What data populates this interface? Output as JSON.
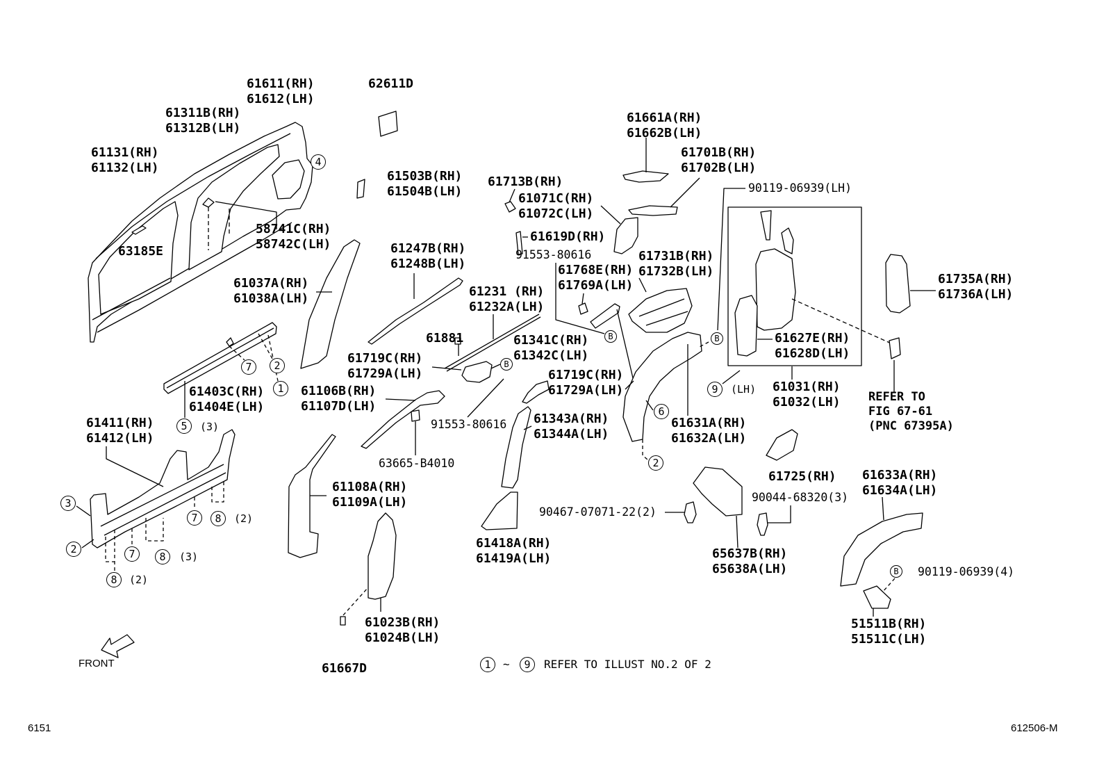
{
  "footer": {
    "page_code": "6151",
    "illust_code": "612506-M"
  },
  "front_label": "FRONT",
  "note": {
    "from": "1",
    "tilde": "~",
    "to": "9",
    "text": "REFER TO ILLUST NO.2 OF 2"
  },
  "callouts": [
    {
      "lines": [
        "61611(RH)",
        "61612(LH)"
      ]
    },
    {
      "lines": [
        "62611D"
      ]
    },
    {
      "lines": [
        "61311B(RH)",
        "61312B(LH)"
      ]
    },
    {
      "lines": [
        "61131(RH)",
        "61132(LH)"
      ]
    },
    {
      "lines": [
        "61503B(RH)",
        "61504B(LH)"
      ]
    },
    {
      "lines": [
        "58741C(RH)",
        "58742C(LH)"
      ]
    },
    {
      "lines": [
        "63185E"
      ]
    },
    {
      "lines": [
        "61037A(RH)",
        "61038A(LH)"
      ]
    },
    {
      "lines": [
        "61247B(RH)",
        "61248B(LH)"
      ]
    },
    {
      "lines": [
        "61231 (RH)",
        "61232A(LH)"
      ]
    },
    {
      "lines": [
        "61881"
      ]
    },
    {
      "lines": [
        "61341C(RH)",
        "61342C(LH)"
      ]
    },
    {
      "lines": [
        "61719C(RH)",
        "61729A(LH)"
      ]
    },
    {
      "lines": [
        "61403C(RH)",
        "61404E(LH)"
      ]
    },
    {
      "lines": [
        "61106B(RH)",
        "61107D(LH)"
      ]
    },
    {
      "lines": [
        "61719C(RH)",
        "61729A(LH)"
      ]
    },
    {
      "lines": [
        "91553-80616"
      ]
    },
    {
      "lines": [
        "61343A(RH)",
        "61344A(LH)"
      ]
    },
    {
      "lines": [
        "61411(RH)",
        "61412(LH)"
      ]
    },
    {
      "lines": [
        "63665-B4010"
      ]
    },
    {
      "lines": [
        "61108A(RH)",
        "61109A(LH)"
      ]
    },
    {
      "lines": [
        "90467-07071-22(2)"
      ]
    },
    {
      "lines": [
        "61418A(RH)",
        "61419A(LH)"
      ]
    },
    {
      "lines": [
        "61023B(RH)",
        "61024B(LH)"
      ]
    },
    {
      "lines": [
        "61667D"
      ]
    },
    {
      "lines": [
        "61661A(RH)",
        "61662B(LH)"
      ]
    },
    {
      "lines": [
        "61701B(RH)",
        "61702B(LH)"
      ]
    },
    {
      "lines": [
        "61713B(RH)"
      ]
    },
    {
      "lines": [
        "90119-06939(LH)"
      ]
    },
    {
      "lines": [
        "61071C(RH)",
        "61072C(LH)"
      ]
    },
    {
      "lines": [
        "61619D(RH)"
      ]
    },
    {
      "lines": [
        "91553-80616"
      ]
    },
    {
      "lines": [
        "61731B(RH)",
        "61732B(LH)"
      ]
    },
    {
      "lines": [
        "61768E(RH)",
        "61769A(LH)"
      ]
    },
    {
      "lines": [
        "61627E(RH)",
        "61628D(LH)"
      ]
    },
    {
      "lines": [
        "61735A(RH)",
        "61736A(LH)"
      ]
    },
    {
      "lines": [
        "61031(RH)",
        "61032(LH)"
      ]
    },
    {
      "lines": [
        "REFER TO",
        "FIG 67-61",
        "(PNC 67395A)"
      ]
    },
    {
      "lines": [
        "61631A(RH)",
        "61632A(LH)"
      ]
    },
    {
      "lines": [
        "61725(RH)"
      ]
    },
    {
      "lines": [
        "61633A(RH)",
        "61634A(LH)"
      ]
    },
    {
      "lines": [
        "90044-68320(3)"
      ]
    },
    {
      "lines": [
        "65637B(RH)",
        "65638A(LH)"
      ]
    },
    {
      "lines": [
        "90119-06939(4)"
      ]
    },
    {
      "lines": [
        "51511B(RH)",
        "51511C(LH)"
      ]
    }
  ],
  "markers": [
    {
      "symbol": "4"
    },
    {
      "symbol": "7"
    },
    {
      "symbol": "2"
    },
    {
      "symbol": "1"
    },
    {
      "symbol": "5",
      "qty": "(3)"
    },
    {
      "symbol": "3"
    },
    {
      "symbol": "7"
    },
    {
      "symbol": "8",
      "qty": "(2)"
    },
    {
      "symbol": "2"
    },
    {
      "symbol": "7"
    },
    {
      "symbol": "8",
      "qty": "(3)"
    },
    {
      "symbol": "8",
      "qty": "(2)"
    },
    {
      "symbol": "B"
    },
    {
      "symbol": "B"
    },
    {
      "symbol": "B"
    },
    {
      "symbol": "9",
      "qty": "(LH)"
    },
    {
      "symbol": "6"
    },
    {
      "symbol": "2"
    },
    {
      "symbol": "B"
    }
  ]
}
